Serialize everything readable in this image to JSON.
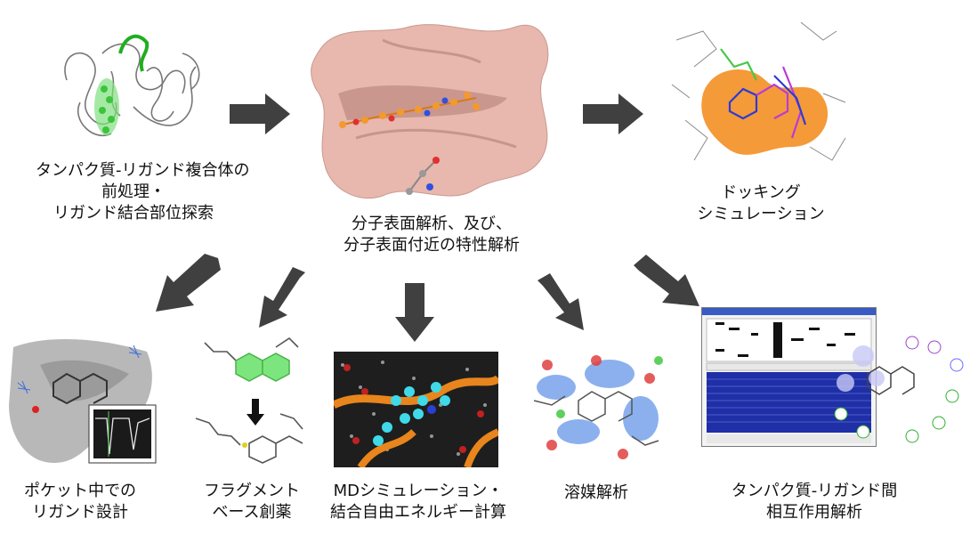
{
  "top_panels": [
    {
      "lines": [
        "タンパク質-リガンド複合体の",
        "前処理・",
        "リガンド結合部位探索"
      ]
    },
    {
      "lines": [
        "分子表面解析、及び、",
        "分子表面付近の特性解析"
      ]
    },
    {
      "lines": [
        "ドッキング",
        "シミュレーション"
      ]
    }
  ],
  "bottom_panels": [
    {
      "lines": [
        "ポケット中での",
        "リガンド設計"
      ]
    },
    {
      "lines": [
        "フラグメント",
        "ベース創薬"
      ]
    },
    {
      "lines": [
        "MDシミュレーション・",
        "結合自由エネルギー計算"
      ]
    },
    {
      "lines": [
        "溶媒解析"
      ]
    },
    {
      "lines": [
        "タンパク質-リガンド間",
        "相互作用解析"
      ]
    }
  ],
  "arrow_color": "#404040"
}
